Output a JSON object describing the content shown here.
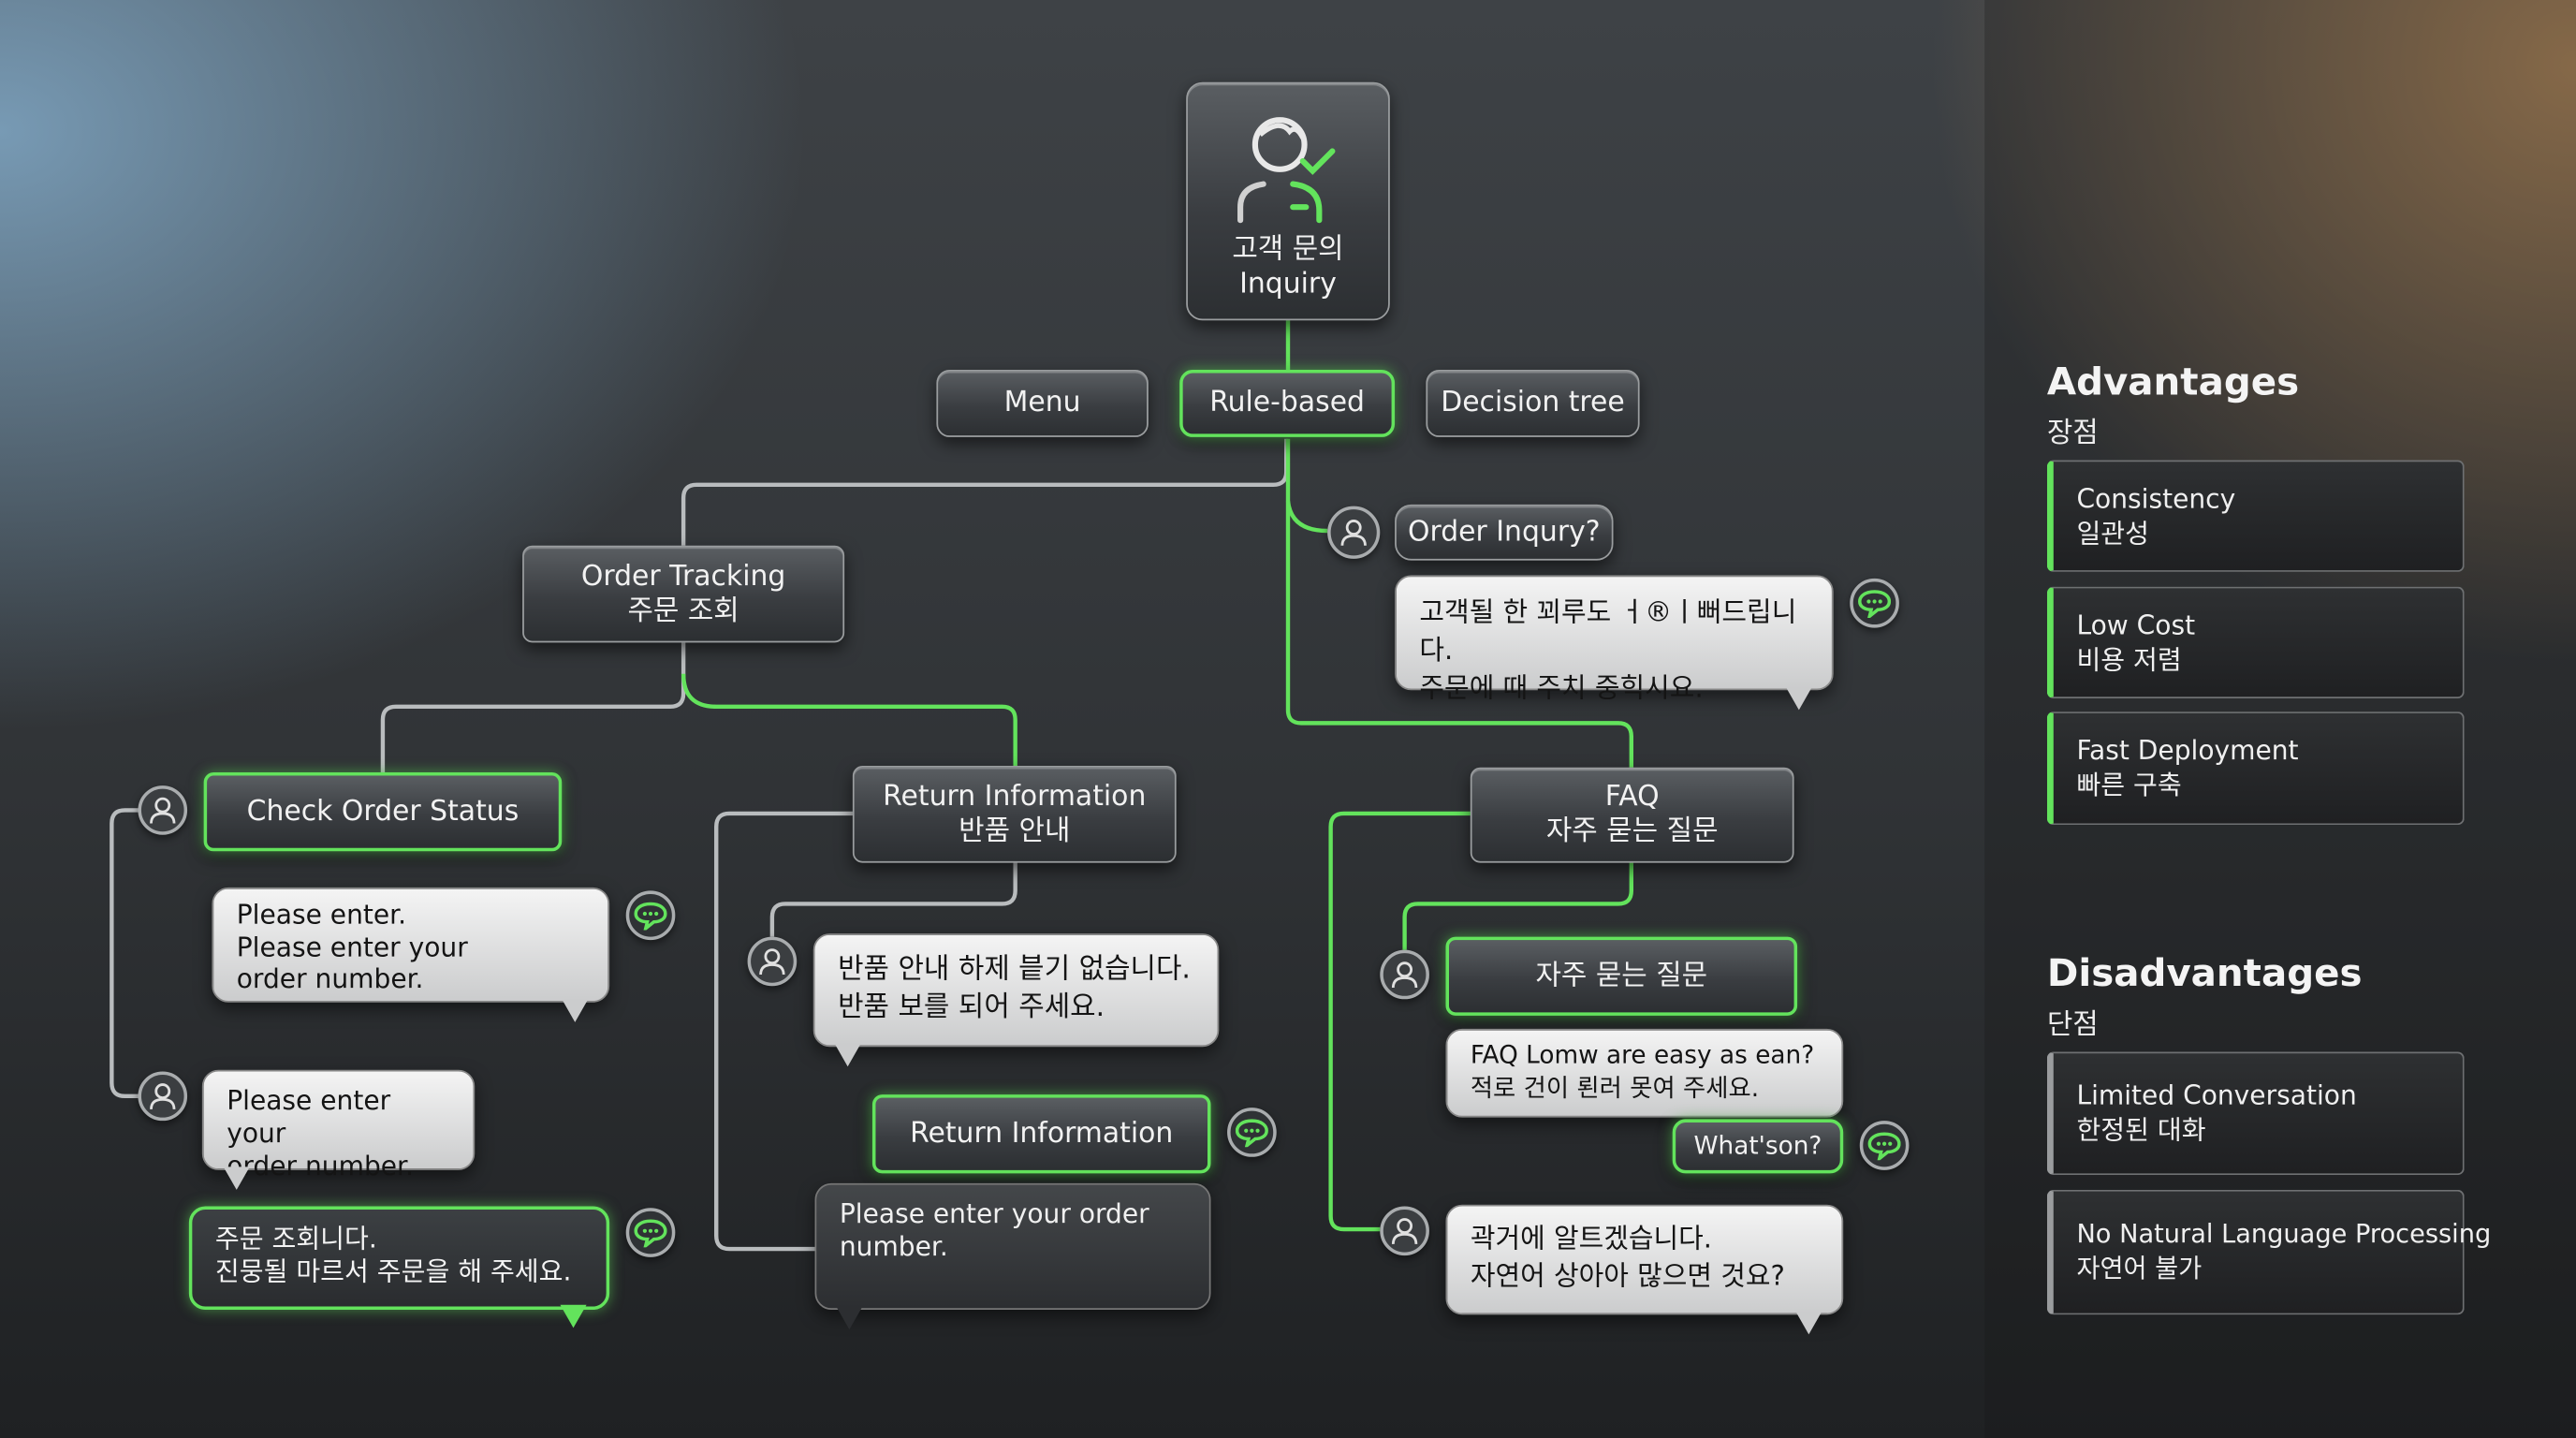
{
  "root": {
    "title_ko": "고객 문의",
    "title_en": "Inquiry"
  },
  "methods": [
    {
      "label": "Menu",
      "selected": false
    },
    {
      "label": "Rule-based",
      "selected": true
    },
    {
      "label": "Decision tree",
      "selected": false
    }
  ],
  "order_tracking": {
    "title_en": "Order Tracking",
    "title_ko": "주문 조회",
    "check_status": "Check Order Status",
    "bot_prompt": [
      "Please enter.",
      "Please enter your",
      "order number."
    ],
    "user_reply": [
      "Please enter your",
      "order number."
    ],
    "bot_result": [
      "주문 조회니다.",
      "진뭉될 마르서 주문을 해 주세요."
    ]
  },
  "return_info": {
    "title_en": "Return Information",
    "title_ko": "반품 안내",
    "user_msg": [
      "반품 안내 하제 븥기 없습니다.",
      "반품 보를 되어 주세요."
    ],
    "node": "Return Information",
    "bot_msg": [
      "Please enter your order",
      "number."
    ]
  },
  "order_inquiry": {
    "user_msg": "Order Inqury?",
    "bot_msg": [
      "고객될 한 꾀루도 ㅓ®ㅣ뻐드립니다.",
      "주문에 때 주치 중힉시요."
    ]
  },
  "faq": {
    "title_en": "FAQ",
    "title_ko": "자주 묻는 질문",
    "node": "자주 묻는 질문",
    "bot_msg": [
      "FAQ Lomw are easy as ean?",
      "적로 건이 뢴러 못여 주세요."
    ],
    "quick_reply": "What'son?",
    "user_msg": [
      "곽거에 알트겠습니다.",
      "자연어 상아아 많으면 것요?"
    ]
  },
  "advantages": {
    "title": "Advantages",
    "subtitle": "장점",
    "items": [
      {
        "en": "Consistency",
        "ko": "일관성"
      },
      {
        "en": "Low Cost",
        "ko": "비용 저렴"
      },
      {
        "en": "Fast Deployment",
        "ko": "빠른 구축"
      }
    ]
  },
  "disadvantages": {
    "title": "Disadvantages",
    "subtitle": "단점",
    "items": [
      {
        "en": "Limited Conversation",
        "ko": "한정된 대화"
      },
      {
        "en": "No Natural Language Processing",
        "ko": "자연어 불가"
      }
    ]
  },
  "colors": {
    "accent": "#63e35c",
    "node": "#3a3d41",
    "bubble": "#e6e6e6"
  }
}
